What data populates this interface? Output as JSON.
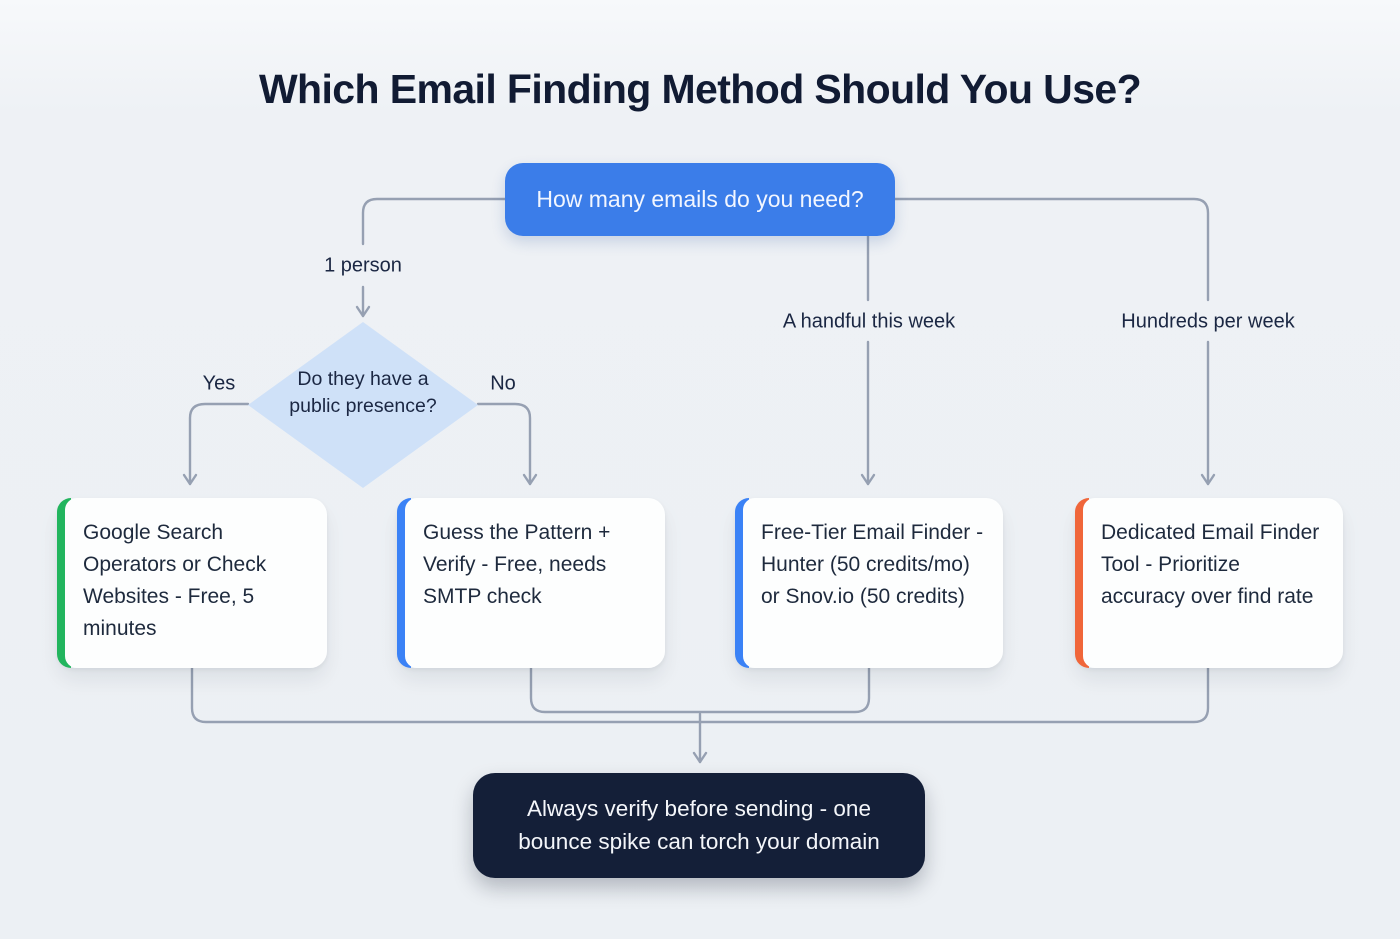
{
  "title": "Which Email Finding Method Should You Use?",
  "root": {
    "label": "How many emails do you need?"
  },
  "branches": [
    {
      "label": "1 person"
    },
    {
      "label": "A handful this week"
    },
    {
      "label": "Hundreds per week"
    }
  ],
  "decision": {
    "label": "Do they have a public presence?",
    "yes_label": "Yes",
    "no_label": "No"
  },
  "outcomes": [
    {
      "text": "Google Search Operators or Check Websites - Free, 5 minutes",
      "accent": "#22b55e"
    },
    {
      "text": "Guess the Pattern + Verify - Free, needs SMTP check",
      "accent": "#3b82f6"
    },
    {
      "text": "Free-Tier Email Finder - Hunter (50 credits/mo) or Snov.io (50 credits)",
      "accent": "#3b82f6"
    },
    {
      "text": "Dedicated Email Finder Tool - Prioritize accuracy over find rate",
      "accent": "#f0663a"
    }
  ],
  "footer": {
    "text": "Always verify before sending - one bounce spike can torch your domain"
  },
  "colors": {
    "root_node": "#3b7de9",
    "diamond_fill": "#cfe1f8",
    "footer_node": "#141f38",
    "connector_line": "#96a0b2",
    "accent_green": "#22b55e",
    "accent_blue": "#3b82f6",
    "accent_orange": "#f0663a",
    "background": "#eef1f5",
    "title_text": "#111b33"
  }
}
